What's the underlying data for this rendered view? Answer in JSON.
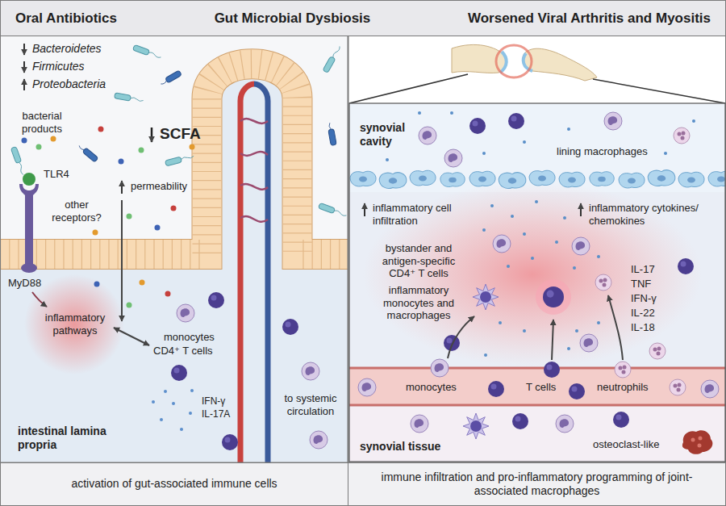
{
  "diagram": {
    "nodes": [
      {
        "text": [
          "Oral Antibiotics",
          "Gut Microbial Dysbiosis",
          "Worsened Viral Arthritis and Myositis"
        ]
      },
      {
        "text": [
          "activation of gut-associated immune cells"
        ]
      },
      {
        "text": [
          "immune infiltration and pro-inflammatory programming of joint-associated macrophages"
        ]
      }
    ],
    "labels": [
      "Bacteroidetes",
      "Firmicutes",
      "Proteobacteria",
      "bacterial products",
      "SCFA",
      "TLR4",
      "permeability",
      "other receptors?",
      "MyD88",
      "inflammatory pathways",
      "monocytes",
      "CD4⁺ T cells",
      "IFN-γ",
      "IL-17A",
      "to systemic circulation",
      "intestinal lamina propria",
      "synovial cavity",
      "lining macrophages",
      "inflammatory cell infiltration",
      "inflammatory cytokines/ chemokines",
      "bystander and antigen-specific CD4⁺ T cells",
      "inflammatory monocytes and macrophages",
      "IL-17",
      "TNF",
      "IFN-γ",
      "IL-22",
      "IL-18",
      "monocytes",
      "T cells",
      "neutrophils",
      "synovial tissue",
      "osteoclast-like"
    ]
  }
}
